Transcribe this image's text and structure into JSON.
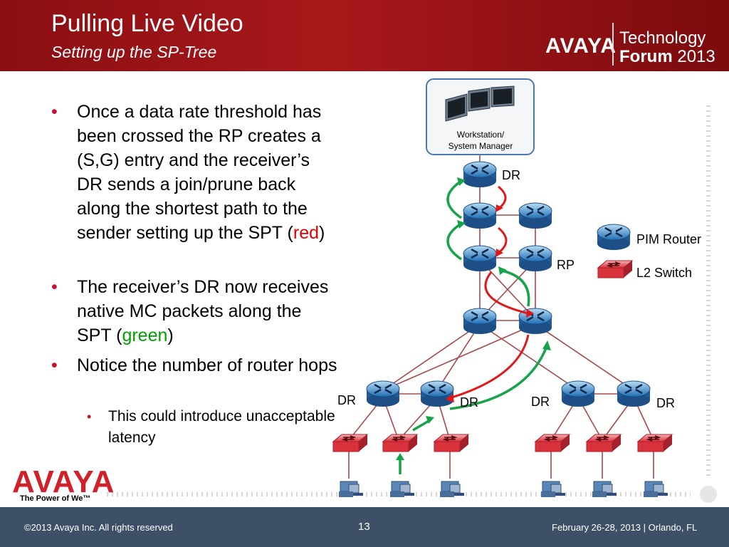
{
  "header": {
    "title": "Pulling Live Video",
    "subtitle": "Setting up the SP-Tree",
    "brand": "AVAYA",
    "event_line1": "Technology",
    "event_line2a": "Forum",
    "event_line2b": " 2013"
  },
  "bullets": {
    "b1": "Once a data rate threshold has been crossed the RP creates a (S,G) entry and the receiver’s DR sends a join/prune back along the shortest path to the sender setting up the SPT (",
    "b1_colored": "red",
    "b1_end": ")",
    "b2": "The receiver’s DR now receives native MC packets along the SPT (",
    "b2_colored": "green",
    "b2_end": ")",
    "b3": "Notice the number of router hops",
    "sub1": "This could introduce unacceptable latency"
  },
  "diagram": {
    "workstation_label1": "Workstation/",
    "workstation_label2": "System Manager",
    "dr_top": "DR",
    "rp": "RP",
    "dr1": "DR",
    "dr2": "DR",
    "dr3": "DR",
    "dr4": "DR",
    "legend_router": "PIM Router",
    "legend_switch": "L2 Switch"
  },
  "logo": {
    "text": "AVAYA",
    "tagline": "The Power of We™"
  },
  "footer": {
    "copyright": "©2013 Avaya Inc. All rights reserved",
    "page": "13",
    "event": "February 26-28, 2013 | Orlando, FL"
  }
}
